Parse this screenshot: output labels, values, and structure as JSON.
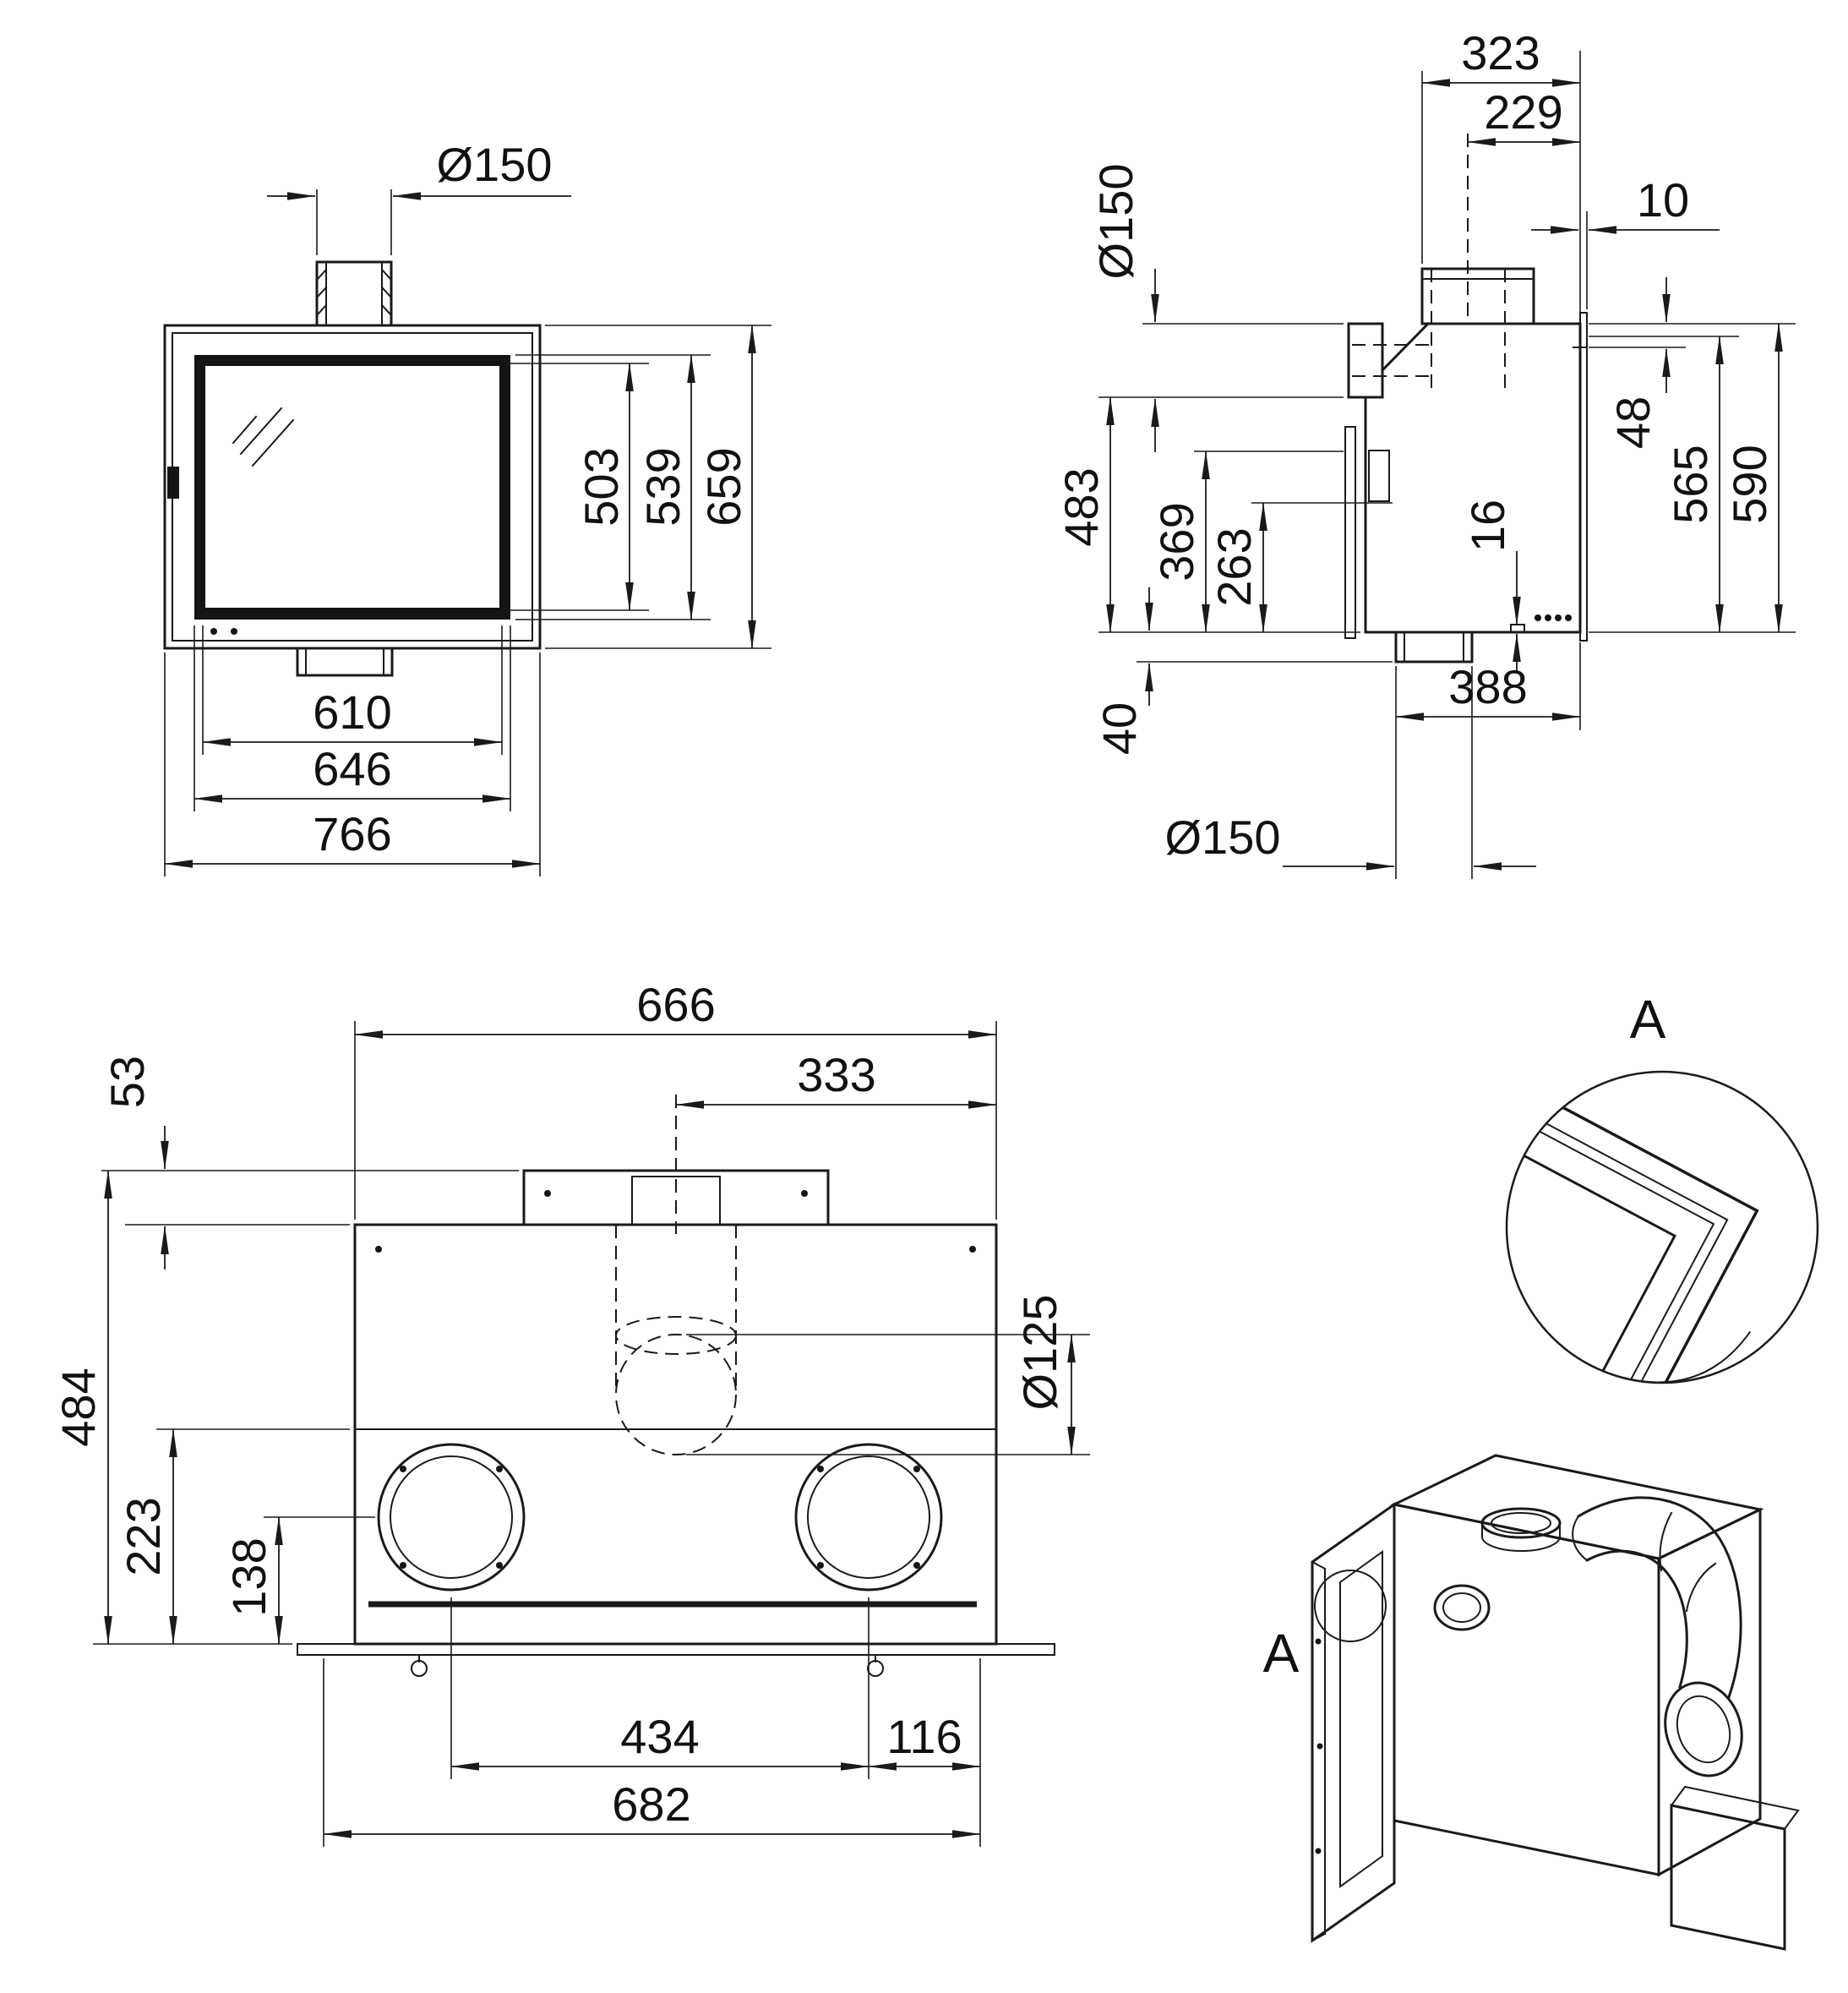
{
  "front": {
    "flue_dia": "Ø150",
    "glass_height": "503",
    "door_height": "539",
    "total_height": "659",
    "glass_width": "610",
    "door_width": "646",
    "total_width": "766"
  },
  "side": {
    "flue_to_rear_outer": "323",
    "flue_to_rear_center": "229",
    "rear_lip": "10",
    "rear_spigot_dia": "Ø150",
    "top_to_lip": "48",
    "height_565": "565",
    "height_590": "590",
    "depth_483": "483",
    "depth_369": "369",
    "depth_263": "263",
    "base_16": "16",
    "base_40": "40",
    "bottom_outlet_to_rear": "388",
    "bottom_outlet_dia": "Ø150"
  },
  "rear": {
    "body_width": "666",
    "flue_center_to_edge": "333",
    "top_plate_height": "53",
    "total_height": "484",
    "lower_height": "223",
    "outlet_center_height": "138",
    "air_outlet_dia": "Ø125",
    "outlet_spacing": "434",
    "outlet_to_edge": "116",
    "base_width": "682"
  },
  "detail_label": "A",
  "iso_label": "A"
}
